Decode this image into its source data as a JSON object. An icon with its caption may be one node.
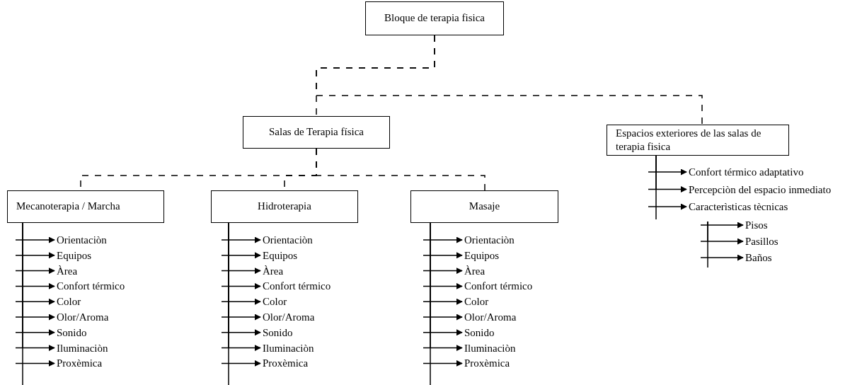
{
  "diagram": {
    "nodes": [
      {
        "text": [
          "Bloque de terapia fisica"
        ]
      },
      {
        "text": [
          "Salas de Terapia física"
        ]
      },
      {
        "text": [
          "Espacios exteriores de las salas de terapia fisica"
        ]
      },
      {
        "text": [
          "Mecanoterapia / Marcha"
        ]
      },
      {
        "text": [
          "Hidroterapia"
        ]
      },
      {
        "text": [
          "Masaje"
        ]
      },
      {
        "text": [
          "Orientaciòn"
        ]
      },
      {
        "text": [
          "Equipos"
        ]
      },
      {
        "text": [
          "Àrea"
        ]
      },
      {
        "text": [
          "Confort térmico"
        ]
      },
      {
        "text": [
          "Color"
        ]
      },
      {
        "text": [
          "Olor/Aroma"
        ]
      },
      {
        "text": [
          "Sonido"
        ]
      },
      {
        "text": [
          "Iluminaciòn"
        ]
      },
      {
        "text": [
          "Proxèmica"
        ]
      },
      {
        "text": [
          "Orientaciòn"
        ]
      },
      {
        "text": [
          "Equipos"
        ]
      },
      {
        "text": [
          "Àrea"
        ]
      },
      {
        "text": [
          "Confort térmico"
        ]
      },
      {
        "text": [
          "Color"
        ]
      },
      {
        "text": [
          "Olor/Aroma"
        ]
      },
      {
        "text": [
          "Sonido"
        ]
      },
      {
        "text": [
          "Iluminaciòn"
        ]
      },
      {
        "text": [
          "Proxèmica"
        ]
      },
      {
        "text": [
          "Orientaciòn"
        ]
      },
      {
        "text": [
          "Equipos"
        ]
      },
      {
        "text": [
          "Àrea"
        ]
      },
      {
        "text": [
          "Confort térmico"
        ]
      },
      {
        "text": [
          "Color"
        ]
      },
      {
        "text": [
          "Olor/Aroma"
        ]
      },
      {
        "text": [
          "Sonido"
        ]
      },
      {
        "text": [
          "Iluminaciòn"
        ]
      },
      {
        "text": [
          "Proxèmica"
        ]
      },
      {
        "text": [
          "Confort térmico adaptativo"
        ]
      },
      {
        "text": [
          "Percepciòn del espacio inmediato"
        ]
      },
      {
        "text": [
          "Caracterìsticas tècnicas"
        ]
      },
      {
        "text": [
          "Pisos"
        ]
      },
      {
        "text": [
          "Pasillos"
        ]
      },
      {
        "text": [
          "Baños"
        ]
      }
    ],
    "edges": [
      {
        "from": 0,
        "to": 1,
        "arrow": "none",
        "style": "dashed"
      },
      {
        "from": 0,
        "to": 2,
        "arrow": "none",
        "style": "dashed"
      },
      {
        "from": 1,
        "to": 3,
        "arrow": "none",
        "style": "dashed"
      },
      {
        "from": 1,
        "to": 4,
        "arrow": "none",
        "style": "dashed"
      },
      {
        "from": 1,
        "to": 5,
        "arrow": "none",
        "style": "dashed"
      },
      {
        "from": 3,
        "to": 6,
        "arrow": "to"
      },
      {
        "from": 3,
        "to": 7,
        "arrow": "to"
      },
      {
        "from": 3,
        "to": 8,
        "arrow": "to"
      },
      {
        "from": 3,
        "to": 9,
        "arrow": "to"
      },
      {
        "from": 3,
        "to": 10,
        "arrow": "to"
      },
      {
        "from": 3,
        "to": 11,
        "arrow": "to"
      },
      {
        "from": 3,
        "to": 12,
        "arrow": "to"
      },
      {
        "from": 3,
        "to": 13,
        "arrow": "to"
      },
      {
        "from": 3,
        "to": 14,
        "arrow": "to"
      },
      {
        "from": 4,
        "to": 15,
        "arrow": "to"
      },
      {
        "from": 4,
        "to": 16,
        "arrow": "to"
      },
      {
        "from": 4,
        "to": 17,
        "arrow": "to"
      },
      {
        "from": 4,
        "to": 18,
        "arrow": "to"
      },
      {
        "from": 4,
        "to": 19,
        "arrow": "to"
      },
      {
        "from": 4,
        "to": 20,
        "arrow": "to"
      },
      {
        "from": 4,
        "to": 21,
        "arrow": "to"
      },
      {
        "from": 4,
        "to": 22,
        "arrow": "to"
      },
      {
        "from": 4,
        "to": 23,
        "arrow": "to"
      },
      {
        "from": 5,
        "to": 24,
        "arrow": "to"
      },
      {
        "from": 5,
        "to": 25,
        "arrow": "to"
      },
      {
        "from": 5,
        "to": 26,
        "arrow": "to"
      },
      {
        "from": 5,
        "to": 27,
        "arrow": "to"
      },
      {
        "from": 5,
        "to": 28,
        "arrow": "to"
      },
      {
        "from": 5,
        "to": 29,
        "arrow": "to"
      },
      {
        "from": 5,
        "to": 30,
        "arrow": "to"
      },
      {
        "from": 5,
        "to": 31,
        "arrow": "to"
      },
      {
        "from": 5,
        "to": 32,
        "arrow": "to"
      },
      {
        "from": 2,
        "to": 33,
        "arrow": "to"
      },
      {
        "from": 2,
        "to": 34,
        "arrow": "to"
      },
      {
        "from": 2,
        "to": 35,
        "arrow": "to"
      },
      {
        "from": 35,
        "to": 36,
        "arrow": "to"
      },
      {
        "from": 35,
        "to": 37,
        "arrow": "to"
      },
      {
        "from": 35,
        "to": 38,
        "arrow": "to"
      }
    ]
  }
}
